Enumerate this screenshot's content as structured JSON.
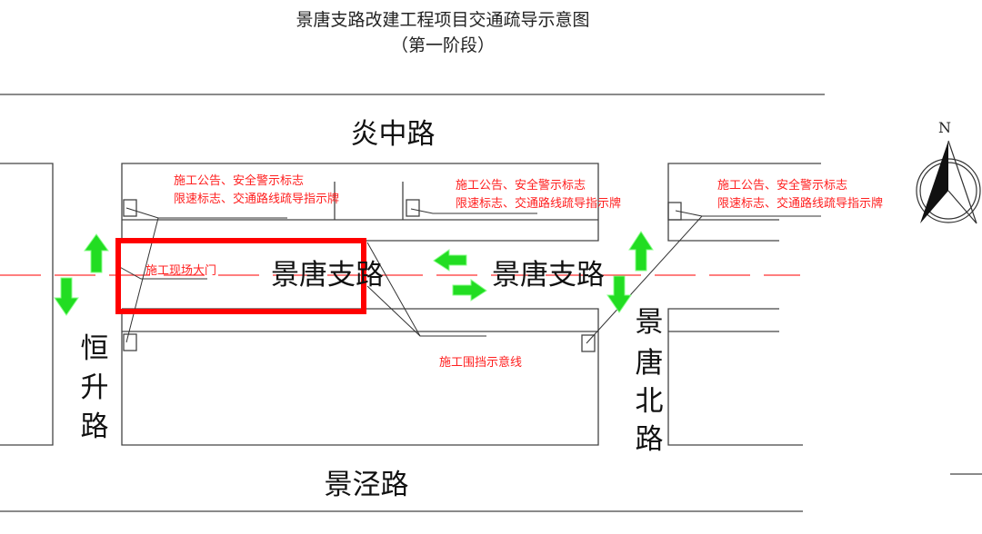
{
  "title": "景唐支路改建工程项目交通疏导示意图",
  "subtitle": "（第一阶段）",
  "roads": {
    "north": "炎中路",
    "main_left": "景唐支路",
    "main_right": "景唐支路",
    "west": [
      "恒",
      "升",
      "路"
    ],
    "east": [
      "景",
      "唐",
      "北",
      "路"
    ],
    "south": "景泾路"
  },
  "labels": {
    "sign_line1": "施工公告、安全警示标志",
    "sign_line2": "限速标志、交通路线疏导指示牌",
    "gate": "施工现场大门",
    "fence": "施工围挡示意线"
  },
  "compass": "N",
  "colors": {
    "annotation": "#ff2020",
    "highlight": "#ff0000",
    "arrow": "#22dd22"
  }
}
